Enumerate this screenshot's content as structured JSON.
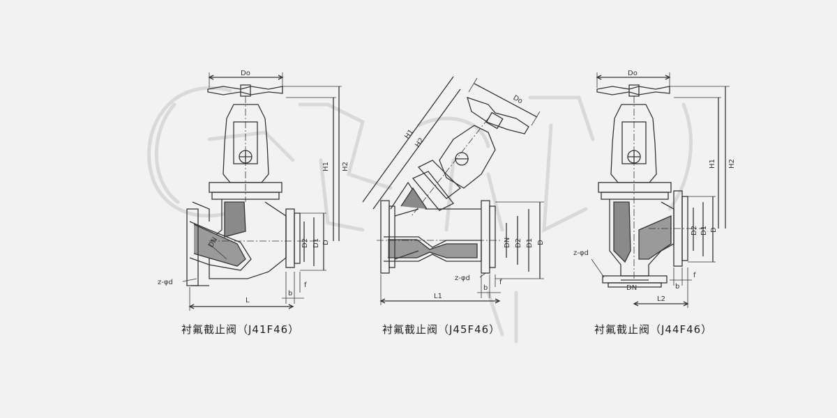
{
  "valves": [
    {
      "caption": "衬氟截止阀（J41F46）",
      "labels": {
        "handwheel": "Do",
        "h1": "H1",
        "h2": "H2",
        "dn": "DN",
        "d2": "D2",
        "d1": "D1",
        "d": "D",
        "bolt": "z-φd",
        "length": "L",
        "b": "b",
        "f": "f"
      }
    },
    {
      "caption": "衬氟截止阀（J45F46）",
      "labels": {
        "handwheel": "Do",
        "h1": "H1",
        "h2": "H2",
        "dn": "DN",
        "d2": "D2",
        "d1": "D1",
        "d": "D",
        "bolt": "z-φd",
        "length": "L1",
        "b": "b",
        "f": "f"
      }
    },
    {
      "caption": "衬氟截止阀（J44F46）",
      "labels": {
        "handwheel": "Do",
        "h1": "H1",
        "h2": "H2",
        "dn": "DN",
        "d2": "D2",
        "d1": "D1",
        "d": "D",
        "bolt": "z-φd",
        "length": "L2",
        "b": "b",
        "f": "f"
      }
    }
  ],
  "colors": {
    "line": "#333333",
    "lining": "#8a8a8a",
    "watermark": "#d8d8d8",
    "background": "#f2f2f2"
  }
}
